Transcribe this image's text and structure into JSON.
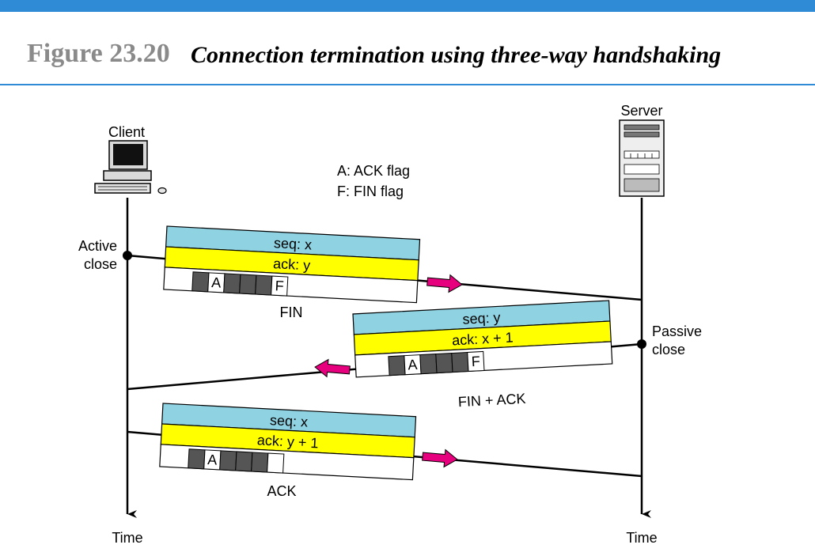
{
  "figure": {
    "number": "Figure 23.20",
    "title": "Connection termination using three-way handshaking"
  },
  "actors": {
    "client": "Client",
    "server": "Server"
  },
  "legend": {
    "a": "A: ACK flag",
    "f": "F: FIN flag"
  },
  "events": {
    "active_close": [
      "Active",
      "close"
    ],
    "passive_close": [
      "Passive",
      "close"
    ]
  },
  "time_label": "Time",
  "segments": [
    {
      "seq": "seq: x",
      "ack": "ack: y",
      "flags": [
        "",
        "on",
        "A",
        "on",
        "on",
        "on",
        "F"
      ],
      "name": "FIN",
      "direction": "client-to-server"
    },
    {
      "seq": "seq: y",
      "ack": "ack: x + 1",
      "flags": [
        "",
        "on",
        "A",
        "on",
        "on",
        "on",
        "F"
      ],
      "name": "FIN + ACK",
      "direction": "server-to-client"
    },
    {
      "seq": "seq: x",
      "ack": "ack: y + 1",
      "flags": [
        "",
        "on",
        "A",
        "on",
        "on",
        "on",
        ""
      ],
      "name": "ACK",
      "direction": "client-to-server"
    }
  ],
  "colors": {
    "accent_bar": "#2f8bd6",
    "seq_fill": "#8fd3e3",
    "ack_fill": "#ffff00",
    "flag_on": "#555555",
    "arrow": "#e6007e"
  }
}
